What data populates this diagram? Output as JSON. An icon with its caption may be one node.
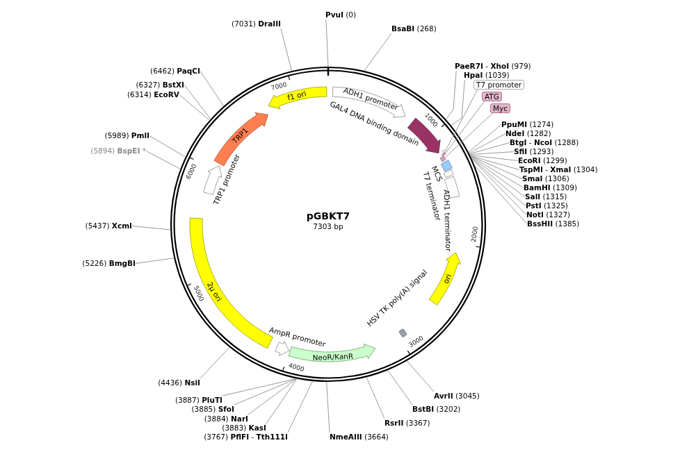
{
  "diagram": {
    "title": "pGBKT7",
    "nodes": [
      {
        "text": [
          "**PvuI** (0)"
        ]
      },
      {
        "text": [
          "**BsaBI** (268)"
        ]
      },
      {
        "text": [
          "**PaeR7I** - **XhoI** (979)"
        ]
      },
      {
        "text": [
          "**HpaI** (1039)"
        ]
      },
      {
        "text": [
          "T7 promoter"
        ]
      },
      {
        "text": [
          "ATG"
        ]
      },
      {
        "text": [
          "Myc"
        ]
      },
      {
        "text": [
          "**PpuMI** (1274)"
        ]
      },
      {
        "text": [
          "**NdeI** (1282)"
        ]
      },
      {
        "text": [
          "**BtgI** - **NcoI** (1288)"
        ]
      },
      {
        "text": [
          "**SfiI** (1293)"
        ]
      },
      {
        "text": [
          "**EcoRI** (1299)"
        ]
      },
      {
        "text": [
          "**TspMI** - **XmaI** (1304)"
        ]
      },
      {
        "text": [
          "**SmaI** (1306)"
        ]
      },
      {
        "text": [
          "**BamHI** (1309)"
        ]
      },
      {
        "text": [
          "**SalI** (1315)"
        ]
      },
      {
        "text": [
          "**PstI** (1325)"
        ]
      },
      {
        "text": [
          "**NotI** (1327)"
        ]
      },
      {
        "text": [
          "**BssHII** (1385)"
        ]
      },
      {
        "text": [
          "**AvrII** (3045)"
        ]
      },
      {
        "text": [
          "**BstBI** (3202)"
        ]
      },
      {
        "text": [
          "**RsrII** (3367)"
        ]
      },
      {
        "text": [
          "**NmeAIII** (3664)"
        ]
      },
      {
        "text": [
          "(3767) **PflFI** - **Tth111I**"
        ]
      },
      {
        "text": [
          "(3883) **KasI**"
        ]
      },
      {
        "text": [
          "(3884) **NarI**"
        ]
      },
      {
        "text": [
          "(3885) **SfoI**"
        ]
      },
      {
        "text": [
          "(3887) **PluTI**"
        ]
      },
      {
        "text": [
          "(4436) **NsiI**"
        ]
      },
      {
        "text": [
          "(5226) **BmgBI**"
        ]
      },
      {
        "text": [
          "(5437) **XcmI**"
        ]
      },
      {
        "text": [
          "(5894) **BspEI** *"
        ]
      },
      {
        "text": [
          "(5989) **PmlI**"
        ]
      },
      {
        "text": [
          "(6314) **EcoRV**"
        ]
      },
      {
        "text": [
          "(6327) **BstXI**"
        ]
      },
      {
        "text": [
          "(6462) **PaqCI**"
        ]
      },
      {
        "text": [
          "(7031) **DraIII**"
        ]
      },
      {
        "text": [
          "f1 ori"
        ]
      },
      {
        "text": [
          "ADH1 promoter"
        ]
      },
      {
        "text": [],
        "shape": "arrow",
        "beside": [
          "GAL4 DNA binding domain"
        ]
      },
      {
        "text": [],
        "shape": "bar"
      },
      {
        "text": [],
        "shape": "bar"
      },
      {
        "text": [],
        "shape": "bar"
      },
      {
        "text": [],
        "shape": "bar",
        "beside": [
          "MCS"
        ]
      },
      {
        "text": [],
        "shape": "bar",
        "beside": [
          "T7 terminator"
        ]
      },
      {
        "text": [],
        "shape": "bar",
        "beside": [
          "ADH1 terminator"
        ]
      },
      {
        "text": [
          "ori"
        ]
      },
      {
        "text": [],
        "shape": "box",
        "beside": [
          "HSV TK poly(A) signal"
        ]
      },
      {
        "text": [
          "NeoR/KanR"
        ]
      },
      {
        "text": [],
        "shape": "arrow",
        "beside": [
          "AmpR promoter"
        ]
      },
      {
        "text": [
          "2μ ori"
        ]
      },
      {
        "text": [],
        "shape": "arrow",
        "beside": [
          "TRP1 promoter"
        ]
      },
      {
        "text": [
          "TRP1"
        ]
      }
    ],
    "edges": [
      {
        "from": 0,
        "to": null,
        "arrow": "none"
      },
      {
        "from": 1,
        "to": null,
        "arrow": "none"
      },
      {
        "from": 2,
        "to": null,
        "arrow": "none"
      },
      {
        "from": 3,
        "to": null,
        "arrow": "none"
      },
      {
        "from": 4,
        "to": 40,
        "arrow": "none"
      },
      {
        "from": 5,
        "to": 41,
        "arrow": "none"
      },
      {
        "from": 6,
        "to": 42,
        "arrow": "none"
      },
      {
        "from": 7,
        "to": null,
        "arrow": "none"
      },
      {
        "from": 8,
        "to": null,
        "arrow": "none"
      },
      {
        "from": 9,
        "to": null,
        "arrow": "none"
      },
      {
        "from": 10,
        "to": null,
        "arrow": "none"
      },
      {
        "from": 11,
        "to": null,
        "arrow": "none"
      },
      {
        "from": 12,
        "to": null,
        "arrow": "none"
      },
      {
        "from": 13,
        "to": null,
        "arrow": "none"
      },
      {
        "from": 14,
        "to": null,
        "arrow": "none"
      },
      {
        "from": 15,
        "to": null,
        "arrow": "none"
      },
      {
        "from": 16,
        "to": null,
        "arrow": "none"
      },
      {
        "from": 17,
        "to": null,
        "arrow": "none"
      },
      {
        "from": 18,
        "to": null,
        "arrow": "none"
      },
      {
        "from": 19,
        "to": null,
        "arrow": "none"
      },
      {
        "from": 20,
        "to": null,
        "arrow": "none"
      },
      {
        "from": 21,
        "to": null,
        "arrow": "none"
      },
      {
        "from": 22,
        "to": null,
        "arrow": "none"
      },
      {
        "from": 23,
        "to": null,
        "arrow": "none"
      },
      {
        "from": 24,
        "to": null,
        "arrow": "none"
      },
      {
        "from": 25,
        "to": null,
        "arrow": "none"
      },
      {
        "from": 26,
        "to": null,
        "arrow": "none"
      },
      {
        "from": 27,
        "to": null,
        "arrow": "none"
      },
      {
        "from": 28,
        "to": null,
        "arrow": "none"
      },
      {
        "from": 29,
        "to": null,
        "arrow": "none"
      },
      {
        "from": 30,
        "to": null,
        "arrow": "none"
      },
      {
        "from": 31,
        "to": null,
        "arrow": "none"
      },
      {
        "from": 32,
        "to": null,
        "arrow": "none"
      },
      {
        "from": 33,
        "to": null,
        "arrow": "none"
      },
      {
        "from": 34,
        "to": null,
        "arrow": "none"
      },
      {
        "from": 35,
        "to": null,
        "arrow": "none"
      },
      {
        "from": 36,
        "to": null,
        "arrow": "none"
      }
    ],
    "labels": [
      "7303 bp",
      "1000",
      "2000",
      "3000",
      "4000",
      "5000",
      "6000",
      "7000"
    ]
  }
}
